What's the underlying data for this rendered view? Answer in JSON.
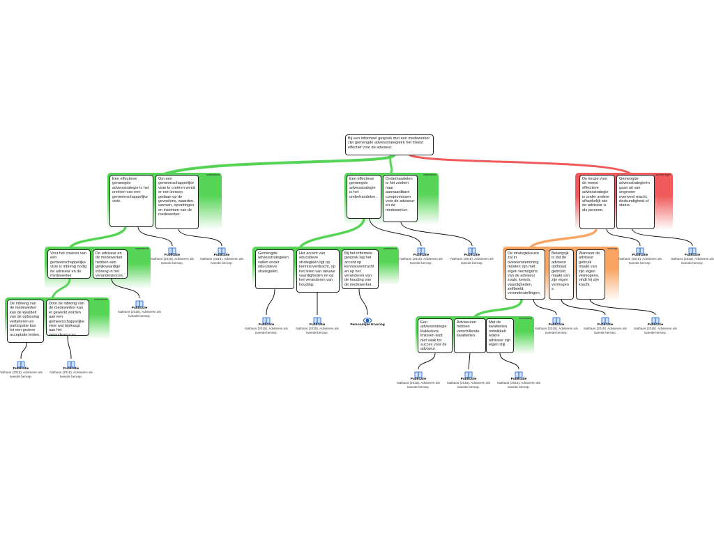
{
  "colors": {
    "supports": "#55d455",
    "opposes": "#f05a5a",
    "rebuts": "#f9a463",
    "wire": "#111111"
  },
  "root": {
    "text": "Bij een informeel gesprek met een medewerker zijn gemengde adviesstrategieën het meest effectief voor de adviseur."
  },
  "groups": [
    {
      "id": "A",
      "label": "ondersteunt",
      "kind": "supports",
      "claims": [
        "Een effectieve gemengde adviesstrategie is het creëren van een gemeenschappelijke visie.",
        "Om een gemeenschappelijke visie te creëren wordt er een beroep gedaan op de gevoelens, waarden, wensen, opvattingen en inzichten van de medewerker."
      ]
    },
    {
      "id": "B",
      "label": "ondersteunt",
      "kind": "supports",
      "claims": [
        "Een effectieve gemengde adviesstrategie is het onderhandelen .",
        "Onderhandelen is het zoeken naar aanvaardbare compromissen voor de adviseur en de medewerker."
      ]
    },
    {
      "id": "C",
      "label": "spreekt tegen",
      "kind": "opposes",
      "claims": [
        "De keuze voor de meest effectieve adviesstrategie is onder andere afhankelijk wie de adviseur is als persoon.",
        "Gemengde adviesstrategieën gaan uit van ongeveer evenveel macht, deskundigheid of status."
      ]
    },
    {
      "id": "D",
      "label": "ondersteunt",
      "kind": "supports",
      "claims": [
        "Voor het creëren van een gemeenschappelijke visie is inbreng nodig de adviseur en de medewerker",
        "De adviseur en de medewerker hebben een gelijkwaardige inbreng in het veranderproces."
      ]
    },
    {
      "id": "E",
      "label": "ondersteunt",
      "kind": "supports",
      "claims": [
        "De inbreng van de medewerker kan de kwaliteit van de oplossing verbeteren en participatie kan tot een grotere acceptatie leiden.",
        "Door de inbreng van de medewerker kan er gewerkt worden aan een gemeenschappelijke visie wat bijdraagt aan het veranderproces."
      ]
    },
    {
      "id": "F",
      "label": "ondersteunt",
      "kind": "supports",
      "claims": [
        "Gemengde adviesstrategieën vallen onder educatieve strategieën.",
        "Het accent van educatieve strategieën ligt op kennisoverdracht, op het leren van nieuwe vaardigheden en op het veranderen van houding.",
        "Bij het informele gesprek lag het accent op kennisoverdracht en op het veranderen van de houding van de medewerker."
      ]
    },
    {
      "id": "G",
      "label": "weerlegt",
      "kind": "rebuts",
      "claims": [
        "De strategiekeuze zal in overeenstemming moeten zijn met eigen vermogens van de adviseur zoals; kennis, vaardigheden, zelfbeeld, veronderstellingen.",
        "Belangrijk is dat de adviseur optimaal gebruikt maakt van zijn eigen vermogen s.",
        "Wanneer de adviseur gebruik maakt van zijn eigen vermogens, vindt hij zijn kracht."
      ]
    },
    {
      "id": "H",
      "label": "ondersteunt",
      "kind": "supports",
      "claims": [
        "Een adviesstrategie klakkeloos imiteren leidt niet vaak tot succes voor de adviseur.",
        "Adviseuren hebben verschillende kwaliteiten.",
        "Met de kwaliteiten ontwikkelt iedere adviseur zijn eigen stijl."
      ]
    }
  ],
  "sources": [
    {
      "type": "book-icon",
      "title": "Publicatie",
      "text": "Nathans (2015). Adviseren als tweede beroep."
    },
    {
      "type": "book-icon",
      "title": "Publicatie",
      "text": "Nathans (2015). Adviseren als tweede beroep."
    },
    {
      "type": "book-icon",
      "title": "Publicatie",
      "text": "Nathans (2015). Adviseren als tweede beroep."
    },
    {
      "type": "book-icon",
      "title": "Publicatie",
      "text": "Nathans (2015). Adviseren als tweede beroep."
    },
    {
      "type": "book-icon",
      "title": "Publicatie",
      "text": "Nathans (2015). Adviseren als tweede beroep."
    },
    {
      "type": "book-icon",
      "title": "Publicatie",
      "text": "Nathans (2015). Adviseren als tweede beroep."
    },
    {
      "type": "book-icon",
      "title": "Publicatie",
      "text": "Nathans (2015). Adviseren als tweede beroep."
    },
    {
      "type": "book-icon",
      "title": "Publicatie",
      "text": "Nathans (2015). Adviseren als tweede beroep."
    },
    {
      "type": "book-icon",
      "title": "Publicatie",
      "text": "Nathans (2015). Adviseren als tweede beroep."
    },
    {
      "type": "book-icon",
      "title": "Publicatie",
      "text": "Nathans (2015). Adviseren als tweede beroep."
    },
    {
      "type": "book-icon",
      "title": "Publicatie",
      "text": "Nathans (2015). Adviseren als tweede beroep."
    },
    {
      "type": "eye-icon",
      "title": "Persoonlijke Ervaring",
      "text": ""
    },
    {
      "type": "book-icon",
      "title": "Publicatie",
      "text": "Nathans (2015). Adviseren als tweede beroep."
    },
    {
      "type": "book-icon",
      "title": "Publicatie",
      "text": "Nathans (2015). Adviseren als tweede beroep."
    },
    {
      "type": "book-icon",
      "title": "Publicatie",
      "text": "Nathans (2015). Adviseren als tweede beroep."
    },
    {
      "type": "book-icon",
      "title": "Publicatie",
      "text": "Nathans (2015). Adviseren als tweede beroep."
    },
    {
      "type": "book-icon",
      "title": "Publicatie",
      "text": "Nathans (2015). Adviseren als tweede beroep."
    },
    {
      "type": "book-icon",
      "title": "Publicatie",
      "text": "Nathans (2015). Adviseren als tweede beroep."
    }
  ]
}
